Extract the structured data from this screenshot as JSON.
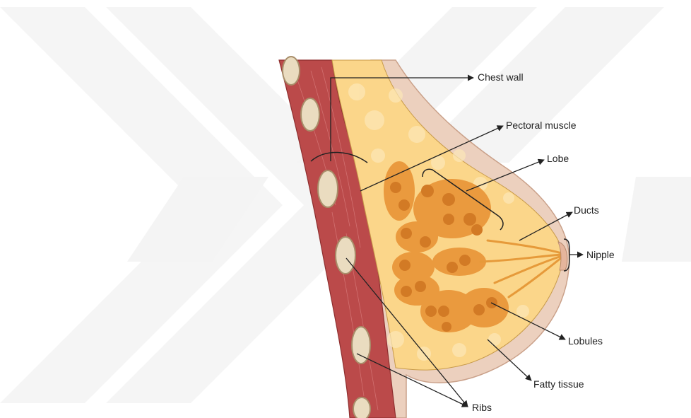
{
  "labels": {
    "chest_wall": "Chest wall",
    "pectoral_muscle": "Pectoral muscle",
    "lobe": "Lobe",
    "ducts": "Ducts",
    "nipple": "Nipple",
    "lobules": "Lobules",
    "fatty_tissue": "Fatty tissue",
    "ribs": "Ribs"
  },
  "colors": {
    "watermark": "#f3f3f3",
    "skin": "#e9c6b1",
    "skin_outline": "#c79b83",
    "muscle": "#b94848",
    "muscle_dark": "#8e2f2f",
    "fat": "#fbd88f",
    "fat_light": "#fde9bb",
    "lobule": "#e9973a",
    "lobule_dark": "#d27a25",
    "rib": "#eadcc0",
    "rib_edge": "#a88e6a",
    "line": "#222222"
  }
}
